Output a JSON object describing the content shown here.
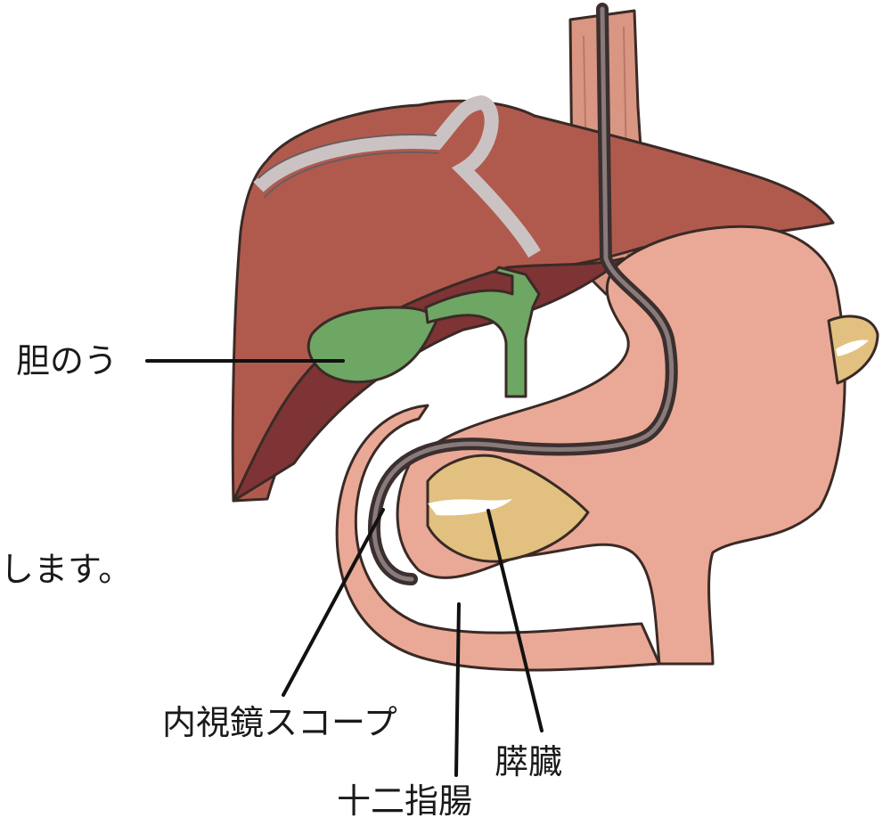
{
  "labels": {
    "gallbladder": "胆のう",
    "fragment": "します。",
    "endoscope": "内視鏡スコープ",
    "pancreas": "膵臓",
    "duodenum": "十二指腸"
  },
  "colors": {
    "liver": "#b05a4e",
    "liver_shadow": "#7e3434",
    "ligament": "#cbc3c3",
    "gallbladder": "#6ea664",
    "stomach": "#eaa996",
    "esophagus": "#d99683",
    "pancreas": "#e2c07f",
    "scope": "#5a4a4a"
  }
}
